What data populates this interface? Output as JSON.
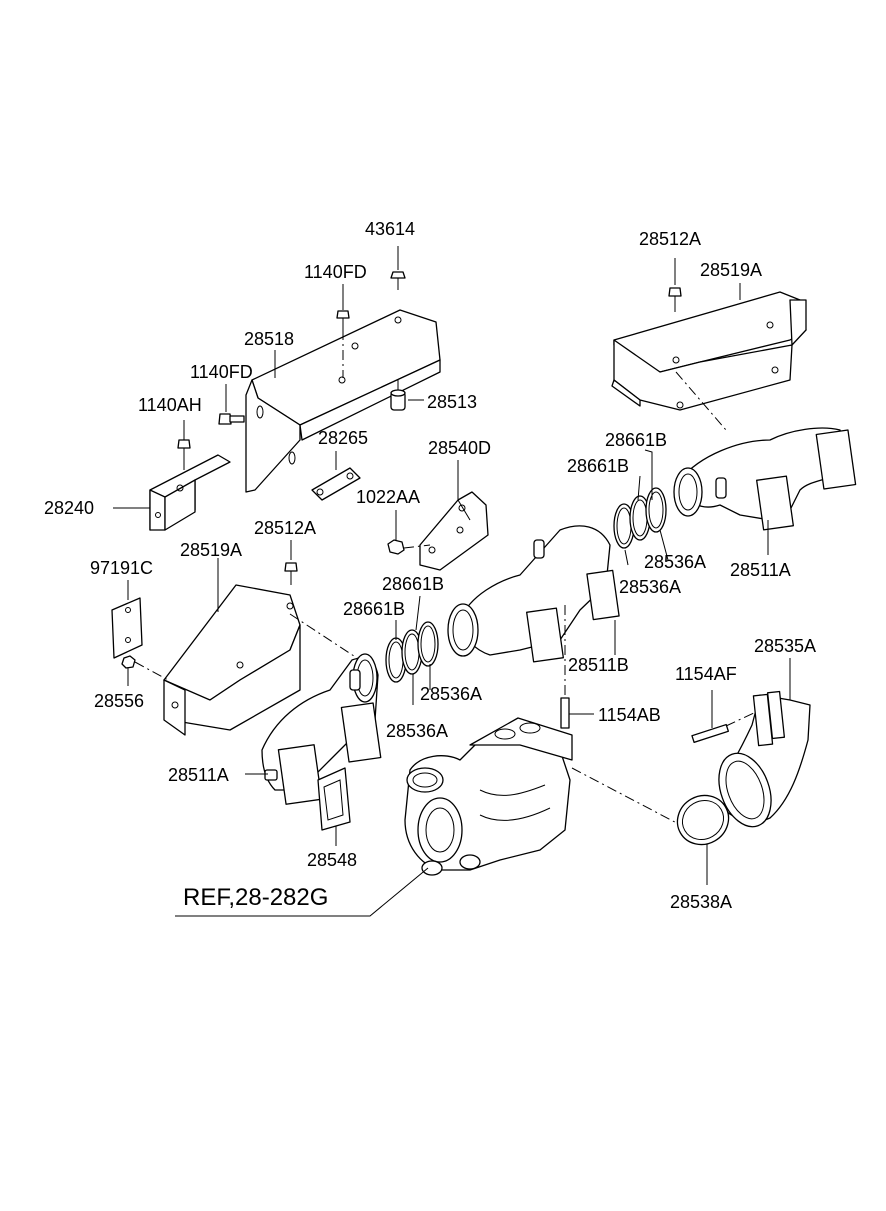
{
  "labels": {
    "p43614": "43614",
    "p1140FD_top": "1140FD",
    "p28518": "28518",
    "p1140FD_left": "1140FD",
    "p28513": "28513",
    "p1140AH": "1140AH",
    "p28265": "28265",
    "p28540D": "28540D",
    "p28240": "28240",
    "p1022AA": "1022AA",
    "p28512A_top": "28512A",
    "p28519A_top": "28519A",
    "p28661B_r1": "28661B",
    "p28661B_r2": "28661B",
    "p28536A_r1": "28536A",
    "p28536A_r2": "28536A",
    "p28511A_right": "28511A",
    "p97191C": "97191C",
    "p28519A_left": "28519A",
    "p28512A_left": "28512A",
    "p28661B_l1": "28661B",
    "p28661B_l2": "28661B",
    "p28536A_l1": "28536A",
    "p28536A_l2": "28536A",
    "p28511B": "28511B",
    "p28535A": "28535A",
    "p1154AF": "1154AF",
    "p1154AB": "1154AB",
    "p28556": "28556",
    "p28511A_left": "28511A",
    "p28548": "28548",
    "p28538A": "28538A",
    "ref": "REF,28-282G"
  }
}
